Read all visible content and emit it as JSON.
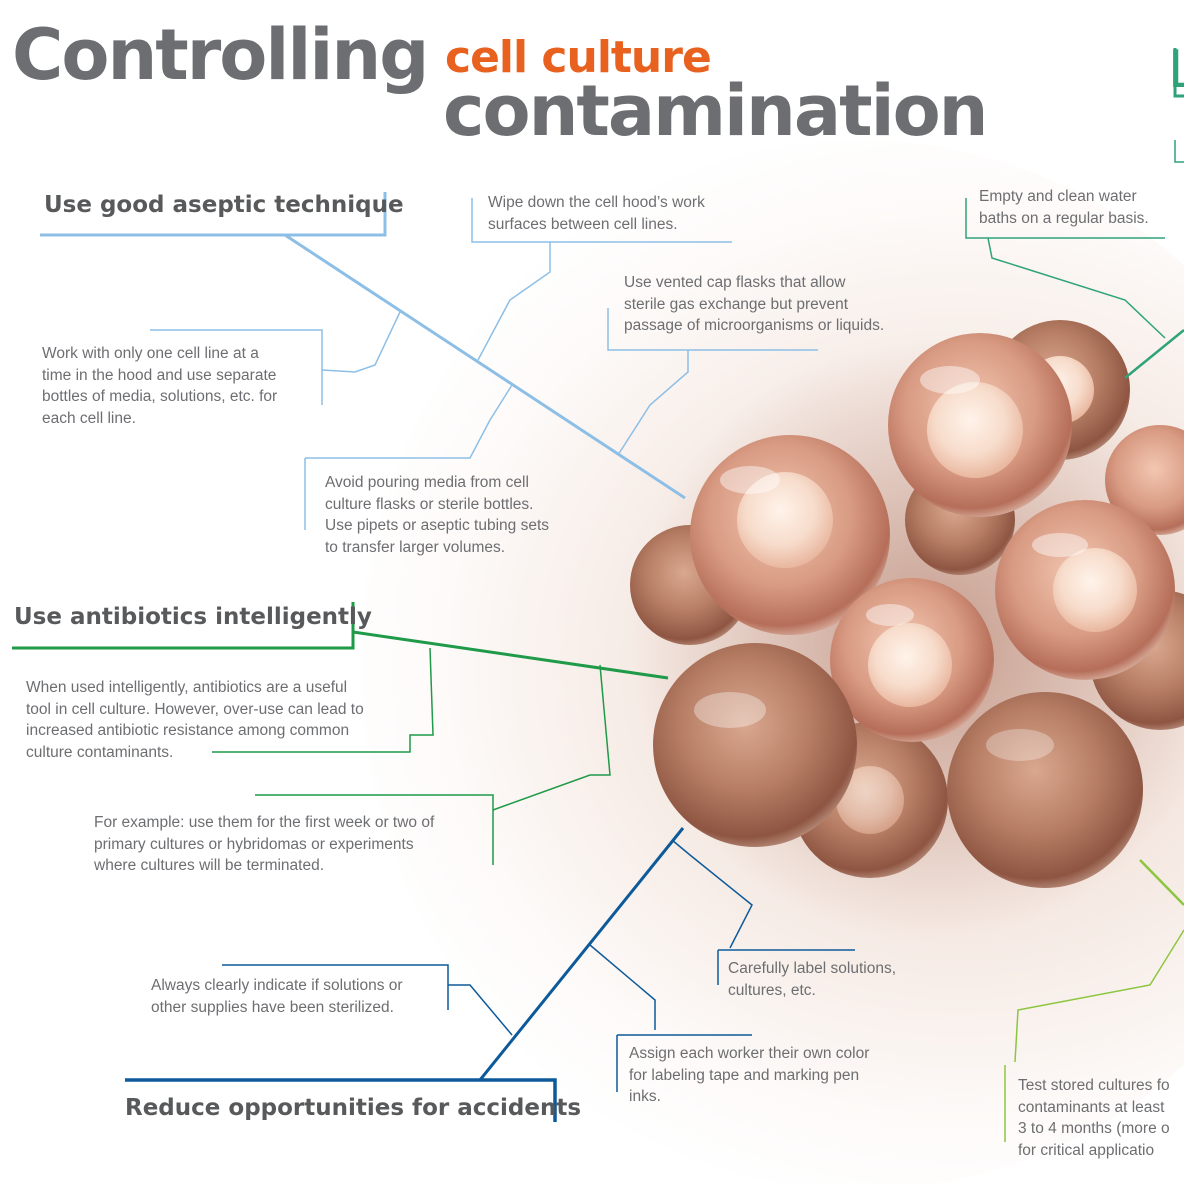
{
  "title": {
    "line1": "Controlling",
    "highlight": "cell culture",
    "line2": "contamination"
  },
  "colors": {
    "title_gray": "#6d6e71",
    "highlight_orange": "#e8611f",
    "light_blue": "#8dbfe6",
    "green": "#1f9a48",
    "dark_blue": "#0d5a9a",
    "light_green": "#8cc63f",
    "teal": "#2ea37a"
  },
  "sections": {
    "aseptic": {
      "heading": "Use good aseptic technique",
      "notes": [
        [
          "Wipe down the cell hood’s work",
          "surfaces between cell lines."
        ],
        [
          "Use vented cap flasks that allow",
          "sterile gas exchange but prevent",
          "passage of microorganisms or liquids."
        ],
        [
          "Work with only one cell line at a",
          "time in the hood and use separate",
          "bottles of media, solutions, etc. for",
          "each cell line."
        ],
        [
          "Avoid pouring media from cell",
          "culture flasks or sterile bottles.",
          "Use pipets or aseptic tubing sets",
          "to transfer larger volumes."
        ]
      ]
    },
    "antibiotics": {
      "heading": "Use antibiotics intelligently",
      "notes": [
        [
          "When used intelligently, antibiotics are a useful",
          "tool in cell culture. However, over-use can lead to",
          "increased antibiotic resistance among common",
          "culture contaminants."
        ],
        [
          "For example: use them for the first week or two of",
          "primary cultures or hybridomas or experiments",
          "where cultures will be terminated."
        ]
      ]
    },
    "accidents": {
      "heading": "Reduce opportunities for accidents",
      "notes": [
        [
          "Always clearly indicate if solutions or",
          "other supplies have been sterilized."
        ],
        [
          "Carefully label solutions,",
          "cultures, etc."
        ],
        [
          "Assign each worker their own color",
          "for labeling tape and marking pen",
          "inks."
        ]
      ]
    },
    "lab": {
      "heading_partial": "L",
      "notes": [
        [
          "Empty and clean water",
          "baths on a regular basis."
        ]
      ]
    },
    "testing": {
      "notes": [
        [
          "Test stored cultures fo",
          "contaminants at least",
          "3 to 4 months (more o",
          "for critical applicatio"
        ]
      ]
    }
  }
}
